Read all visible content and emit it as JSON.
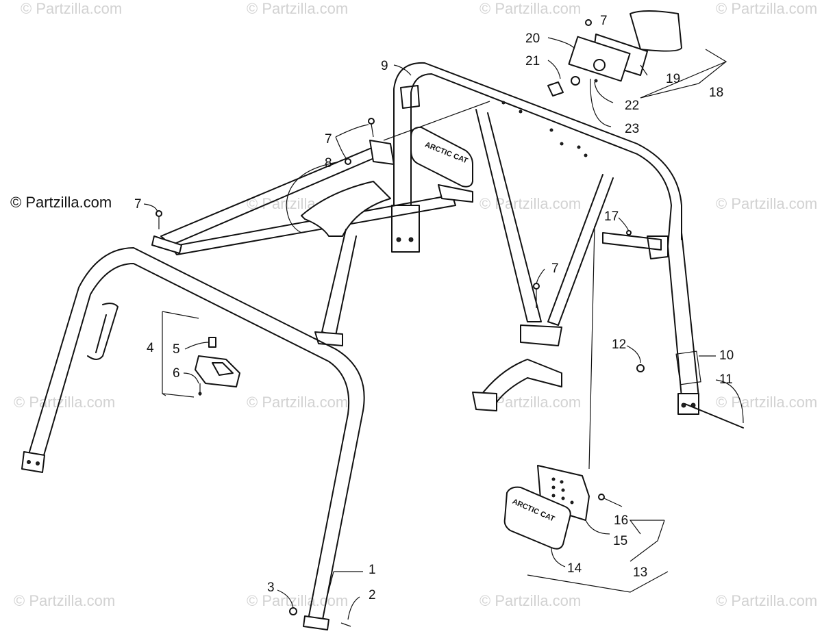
{
  "watermark": "© Partzilla.com",
  "copyright": "© Partzilla.com",
  "badge_text": "ARCTIC CAT",
  "callouts": {
    "c1": "1",
    "c2": "2",
    "c3": "3",
    "c4": "4",
    "c5": "5",
    "c6": "6",
    "c7a": "7",
    "c7b": "7",
    "c7c": "7",
    "c7d": "7",
    "c8": "8",
    "c9": "9",
    "c10": "10",
    "c11": "11",
    "c12": "12",
    "c13": "13",
    "c14": "14",
    "c15": "15",
    "c16": "16",
    "c17": "17",
    "c18": "18",
    "c19": "19",
    "c20": "20",
    "c21": "21",
    "c22": "22",
    "c23": "23"
  }
}
